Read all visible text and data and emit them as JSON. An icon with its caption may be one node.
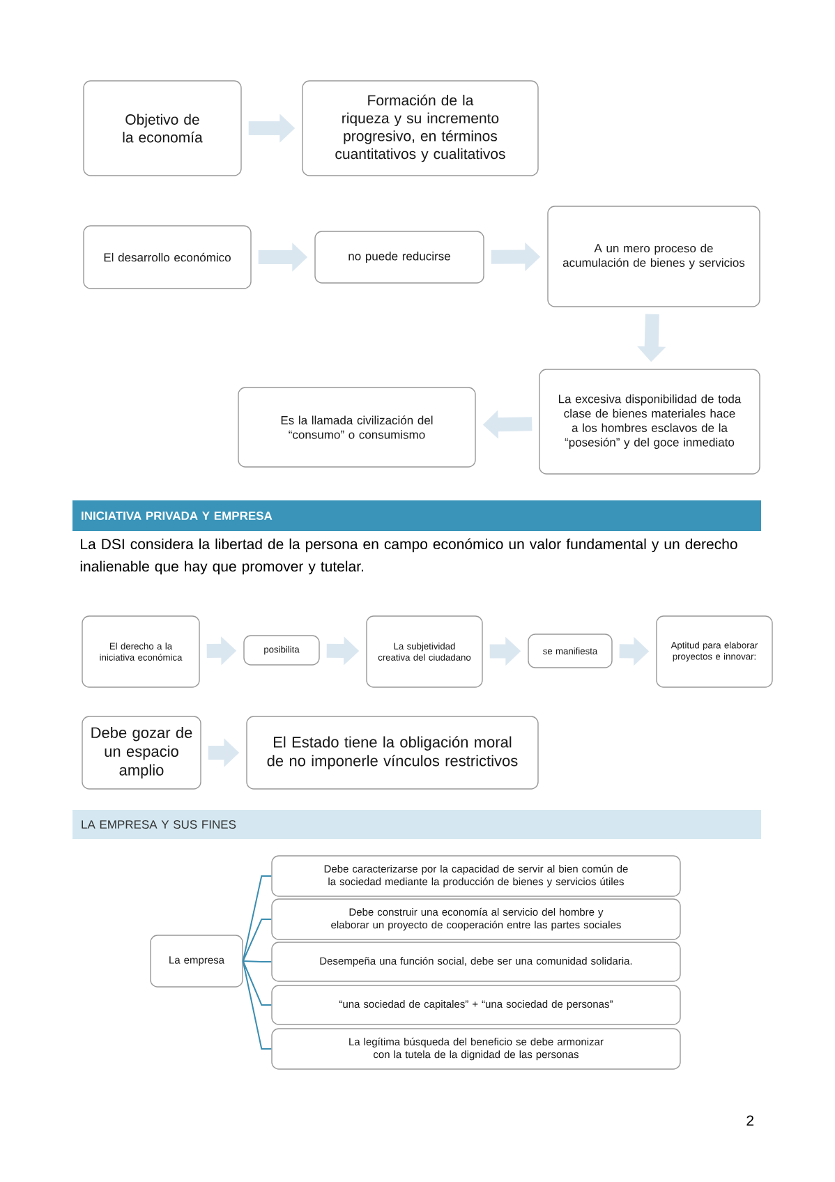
{
  "diagram": {
    "nodes": [
      {
        "text": [
          "Objetivo de la economía"
        ]
      },
      {
        "text": [
          "Formación de la riqueza y su incremento progresivo, en términos cuantitativos y cualitativos"
        ]
      },
      {
        "text": [
          "El desarrollo económico"
        ]
      },
      {
        "text": [
          "no puede reducirse"
        ]
      },
      {
        "text": [
          "A un mero proceso de acumulación de bienes y servicios"
        ]
      },
      {
        "text": [
          "La excesiva disponibilidad de toda clase de bienes materiales hace a los hombres esclavos de la “posesión” y del goce inmediato"
        ]
      },
      {
        "text": [
          "Es la llamada civilización del “consumo” o consumismo"
        ]
      },
      {
        "text": [
          "INICIATIVA PRIVADA Y EMPRESA"
        ]
      },
      {
        "text": [
          "El derecho a la iniciativa económica"
        ]
      },
      {
        "text": [
          "posibilita"
        ]
      },
      {
        "text": [
          "La subjetividad creativa del ciudadano"
        ]
      },
      {
        "text": [
          "se manifiesta"
        ]
      },
      {
        "text": [
          "Aptitud para elaborar proyectos e innovar:"
        ]
      },
      {
        "text": [
          "Debe gozar de un espacio amplio"
        ]
      },
      {
        "text": [
          "El Estado tiene la obligación moral de no imponerle vínculos restrictivos"
        ]
      },
      {
        "text": [
          "LA EMPRESA Y SUS FINES"
        ]
      },
      {
        "text": [
          "La empresa"
        ]
      },
      {
        "text": [
          "Debe caracterizarse por la capacidad de servir al bien común de la sociedad mediante la producción de bienes y servicios útiles"
        ]
      },
      {
        "text": [
          "Debe construir una economía al servicio del hombre y elaborar un proyecto de cooperación entre las partes sociales"
        ]
      },
      {
        "text": [
          "Desempeña una función social, debe ser una comunidad solidaria."
        ]
      },
      {
        "text": [
          "“una sociedad de capitales” + “una sociedad de personas”"
        ]
      },
      {
        "text": [
          "La legítima búsqueda del beneficio se debe armonizar con la tutela de la dignidad de las personas"
        ]
      }
    ],
    "edges": [
      {
        "from": 0,
        "to": 1,
        "arrow": "to",
        "color": "#dbe7f0"
      },
      {
        "from": 2,
        "to": 3,
        "arrow": "to",
        "color": "#dbe7f0"
      },
      {
        "from": 3,
        "to": 4,
        "arrow": "to",
        "color": "#dbe7f0"
      },
      {
        "from": 4,
        "to": 5,
        "arrow": "to",
        "color": "#dbe7f0"
      },
      {
        "from": 5,
        "to": 6,
        "arrow": "to",
        "color": "#dbe7f0"
      },
      {
        "from": 8,
        "to": 9,
        "arrow": "to",
        "color": "#dbe7f0"
      },
      {
        "from": 9,
        "to": 10,
        "arrow": "to",
        "color": "#dbe7f0"
      },
      {
        "from": 10,
        "to": 11,
        "arrow": "to",
        "color": "#dbe7f0"
      },
      {
        "from": 11,
        "to": 12,
        "arrow": "to",
        "color": "#dbe7f0"
      },
      {
        "from": 13,
        "to": 14,
        "arrow": "to",
        "color": "#dbe7f0"
      },
      {
        "from": 16,
        "to": 17,
        "arrow": "none",
        "color": "#3b8db0"
      },
      {
        "from": 16,
        "to": 18,
        "arrow": "none",
        "color": "#3b8db0"
      },
      {
        "from": 16,
        "to": 19,
        "arrow": "none",
        "color": "#3b8db0"
      },
      {
        "from": 16,
        "to": 20,
        "arrow": "none",
        "color": "#3b8db0"
      },
      {
        "from": 16,
        "to": 21,
        "arrow": "none",
        "color": "#3b8db0"
      }
    ],
    "labels": [
      "La DSI considera la libertad de la persona en campo económico un valor fundamental y un derecho inalienable que hay que promover y tutelar.",
      "2"
    ]
  }
}
